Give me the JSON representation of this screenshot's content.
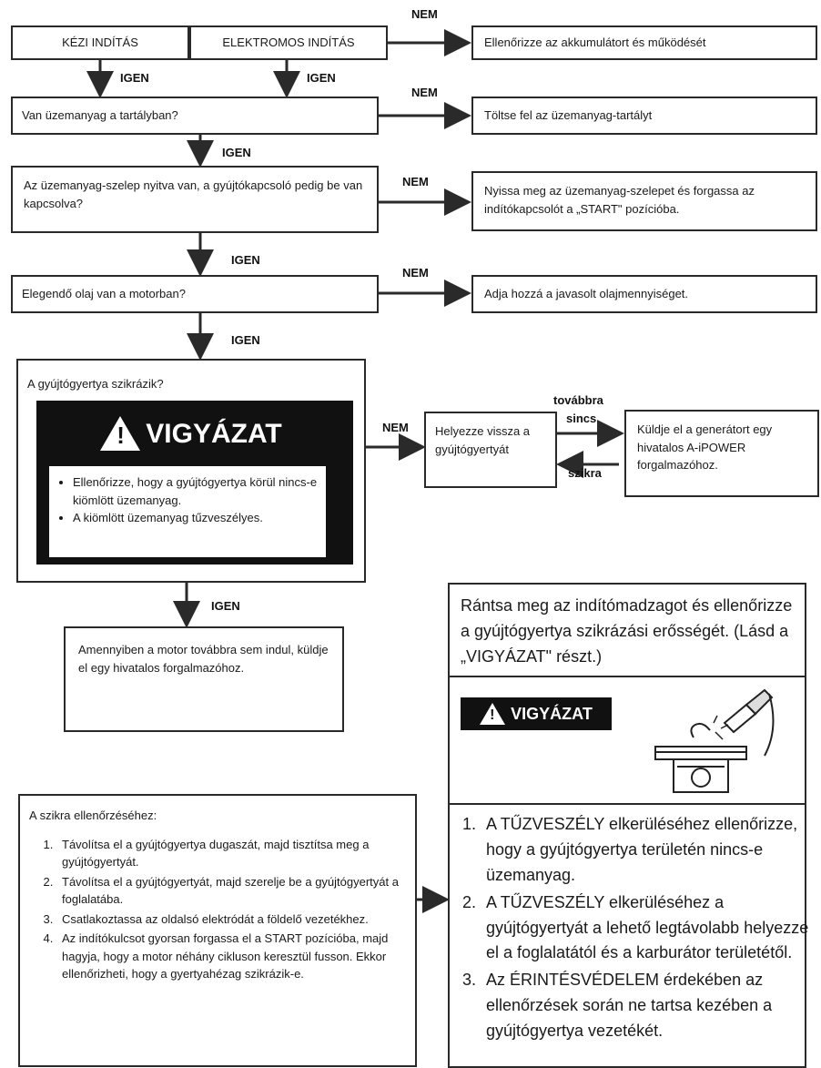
{
  "labels": {
    "igen": "IGEN",
    "nem": "NEM",
    "tovabbra": "továbbra",
    "sincs": "sincs",
    "szikra": "szikra"
  },
  "nodes": {
    "kezi": "KÉZI INDÍTÁS",
    "elektromos": "ELEKTROMOS INDÍTÁS",
    "akku": "Ellenőrizze az akkumulátort és működését",
    "uzemanyag_q": "Van üzemanyag a tartályban?",
    "toltse": "Töltse fel az üzemanyag-tartályt",
    "szelep_q": "Az üzemanyag-szelep nyitva van, a gyújtókapcsoló pedig be van kapcsolva?",
    "nyissa": "Nyissa meg az üzemanyag-szelepet és forgassa az indítókapcsolót a „START\" pozícióba.",
    "olaj_q": "Elegendő olaj van a motorban?",
    "adja": "Adja hozzá a javasolt olajmennyiséget.",
    "gyertya_q": "A gyújtógyertya szikrázik?",
    "helyezze": "Helyezze vissza a gyújtógyertyát",
    "kuldje": "Küldje el a generátort egy hivatalos A-iPOWER forgalmazóhoz.",
    "amennyiben": "Amennyiben a motor továbbra sem indul, küldje el egy hivatalos forgalmazóhoz."
  },
  "warning": {
    "title": "VIGYÁZAT",
    "bullets": [
      "Ellenőrizze, hogy a gyújtógyertya körül nincs-e kiömlött üzemanyag.",
      "A kiömlött üzemanyag tűzveszélyes."
    ]
  },
  "check": {
    "title": "A szikra ellenőrzéséhez:",
    "steps": [
      "Távolítsa el a gyújtógyertya dugaszát, majd tisztítsa meg a gyújtógyertyát.",
      "Távolítsa el a gyújtógyertyát, majd szerelje be a gyújtógyertyát a foglalatába.",
      "Csatlakoztassa az oldalsó elektródát a földelő vezetékhez.",
      "Az indítókulcsot gyorsan forgassa el a START pozícióba, majd hagyja, hogy a motor néhány cikluson keresztül fusson. Ekkor ellenőrizheti, hogy a gyertyahézag szikrázik-e."
    ]
  },
  "right_panel": {
    "intro": "Rántsa meg az indítómadzagot és ellenőrizze a gyújtógyertya szikrázási erősségét. (Lásd a „VIGYÁZAT\" részt.)",
    "warn_title": "VIGYÁZAT",
    "items": [
      "A TŰZVESZÉLY elkerüléséhez ellenőrizze, hogy a gyújtógyertya területén nincs-e üzemanyag.",
      "A TŰZVESZÉLY elkerüléséhez a gyújtógyertyát a lehető legtávolabb helyezze el a foglalatától és a karburátor területétől.",
      "Az ÉRINTÉSVÉDELEM érdekében az ellenőrzések során ne tartsa kezében a gyújtógyertya vezetékét."
    ]
  }
}
